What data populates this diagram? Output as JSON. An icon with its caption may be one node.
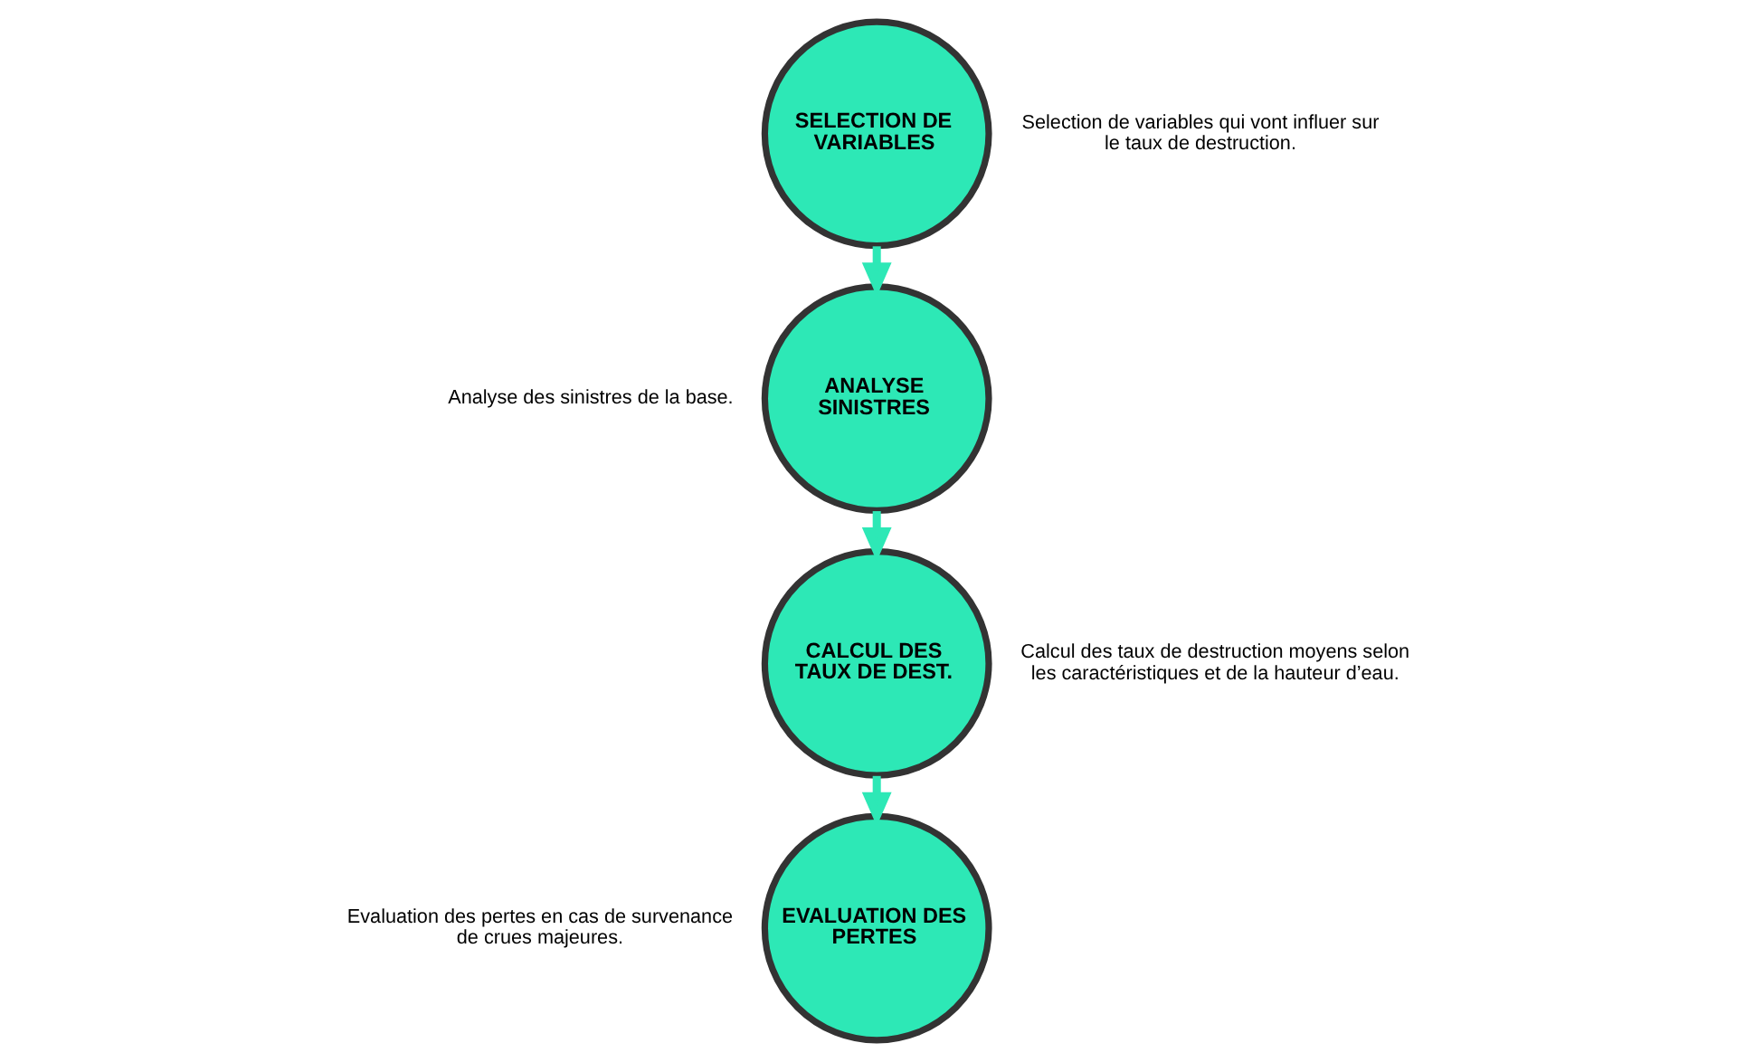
{
  "diagram": {
    "nodes": [
      {
        "text": [
          "SELECTION DE VARIABLES"
        ],
        "beside": [
          "Selection de variables qui vont influer sur le taux de destruction."
        ]
      },
      {
        "text": [
          "ANALYSE SINISTRES"
        ],
        "beside": [
          "Analyse des sinistres de la base."
        ]
      },
      {
        "text": [
          "CALCUL DES TAUX DE DEST."
        ],
        "beside": [
          "Calcul des taux de destruction moyens selon les caractéristiques et de la hauteur d’eau."
        ]
      },
      {
        "text": [
          "EVALUATION DES PERTES"
        ],
        "beside": [
          "Evaluation des pertes en cas de survenance de crues majeures."
        ]
      }
    ],
    "edges": [
      {
        "from": 0,
        "to": 1,
        "arrow": "to"
      },
      {
        "from": 1,
        "to": 2,
        "arrow": "to"
      },
      {
        "from": 2,
        "to": 3,
        "arrow": "to"
      }
    ]
  }
}
